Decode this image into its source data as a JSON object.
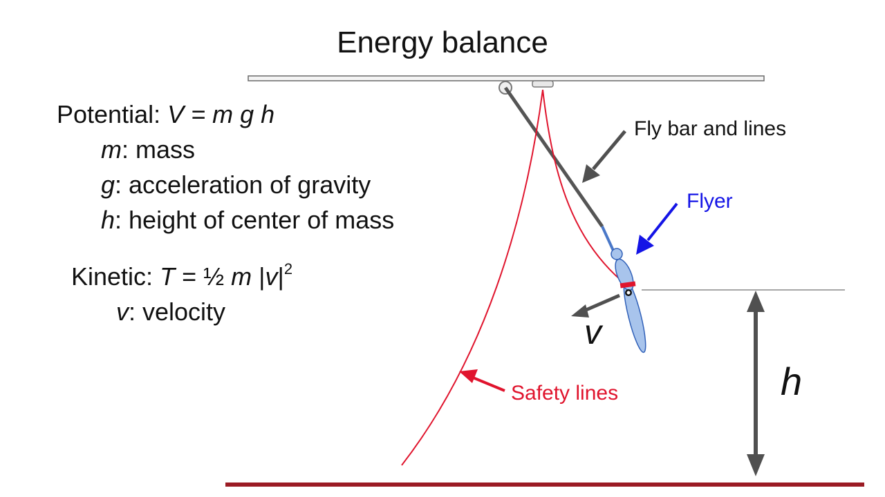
{
  "title": "Energy balance",
  "potential": {
    "label": "Potential: ",
    "formula": "V = m g h",
    "items": [
      {
        "symbol": "m",
        "text": ": mass"
      },
      {
        "symbol": "g",
        "text": ": acceleration of gravity"
      },
      {
        "symbol": "h",
        "text": ": height of center of mass"
      }
    ]
  },
  "kinetic": {
    "label": "Kinetic: ",
    "formula_T": "T",
    "formula_eq": " = ½ ",
    "formula_m": "m",
    "formula_bar1": " |",
    "formula_v": "v",
    "formula_bar2": "|",
    "exponent": "2",
    "items": [
      {
        "symbol": "v",
        "text": ": velocity"
      }
    ]
  },
  "labels": {
    "fly_bar": "Fly bar and lines",
    "flyer": "Flyer",
    "safety": "Safety lines",
    "velocity": "v",
    "height": "h"
  },
  "colors": {
    "red": "#e0142d",
    "blue": "#1414e6",
    "gray": "#505050",
    "floor": "#9b1b24",
    "flyer_fill": "#a8c4ec"
  }
}
